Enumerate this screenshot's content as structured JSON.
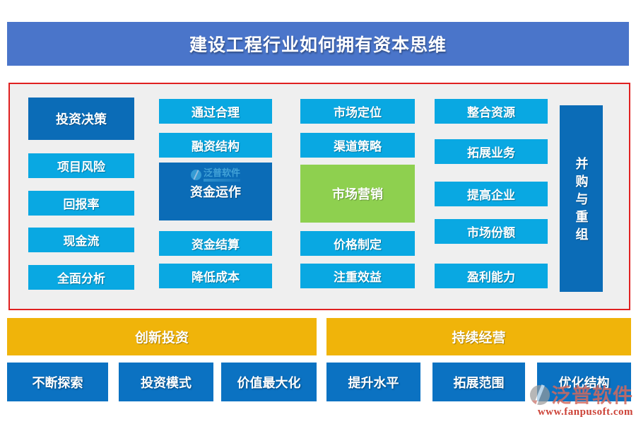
{
  "title": {
    "text": "建设工程行业如何拥有资本思维"
  },
  "colors": {
    "title_banner": "#4a75ca",
    "dark_blue": "#0b6cb7",
    "cyan": "#09a8e2",
    "green": "#8ed04f",
    "orange": "#f0b40a",
    "bottom_blue": "#0b72c2",
    "section_border": "#e02020",
    "section_bg": "#efefef",
    "watermark_red": "#cc4237"
  },
  "grid": {
    "col1": [
      {
        "label": "投资决策"
      },
      {
        "label": "项目风险"
      },
      {
        "label": "回报率"
      },
      {
        "label": "现金流"
      },
      {
        "label": "全面分析"
      }
    ],
    "col2": [
      {
        "label": "通过合理"
      },
      {
        "label": "融资结构"
      },
      {
        "label": "资金运作"
      },
      {
        "label": "资金结算"
      },
      {
        "label": "降低成本"
      }
    ],
    "col3": [
      {
        "label": "市场定位"
      },
      {
        "label": "渠道策略"
      },
      {
        "label": "市场营销"
      },
      {
        "label": "价格制定"
      },
      {
        "label": "注重效益"
      }
    ],
    "col4": [
      {
        "label": "整合资源"
      },
      {
        "label": "拓展业务"
      },
      {
        "label": "提高企业"
      },
      {
        "label": "市场份额"
      },
      {
        "label": "盈利能力"
      }
    ],
    "side": {
      "label": "并购与重组"
    }
  },
  "bottom": {
    "left": {
      "banner": "创新投资",
      "items": [
        {
          "label": "不断探索"
        },
        {
          "label": "投资模式"
        },
        {
          "label": "价值最大化"
        }
      ]
    },
    "right": {
      "banner": "持续经营",
      "items": [
        {
          "label": "提升水平"
        },
        {
          "label": "拓展范围"
        },
        {
          "label": "优化结构"
        }
      ]
    }
  },
  "watermark": {
    "brand": "泛普软件",
    "url": "www.fanpusoft.com"
  }
}
